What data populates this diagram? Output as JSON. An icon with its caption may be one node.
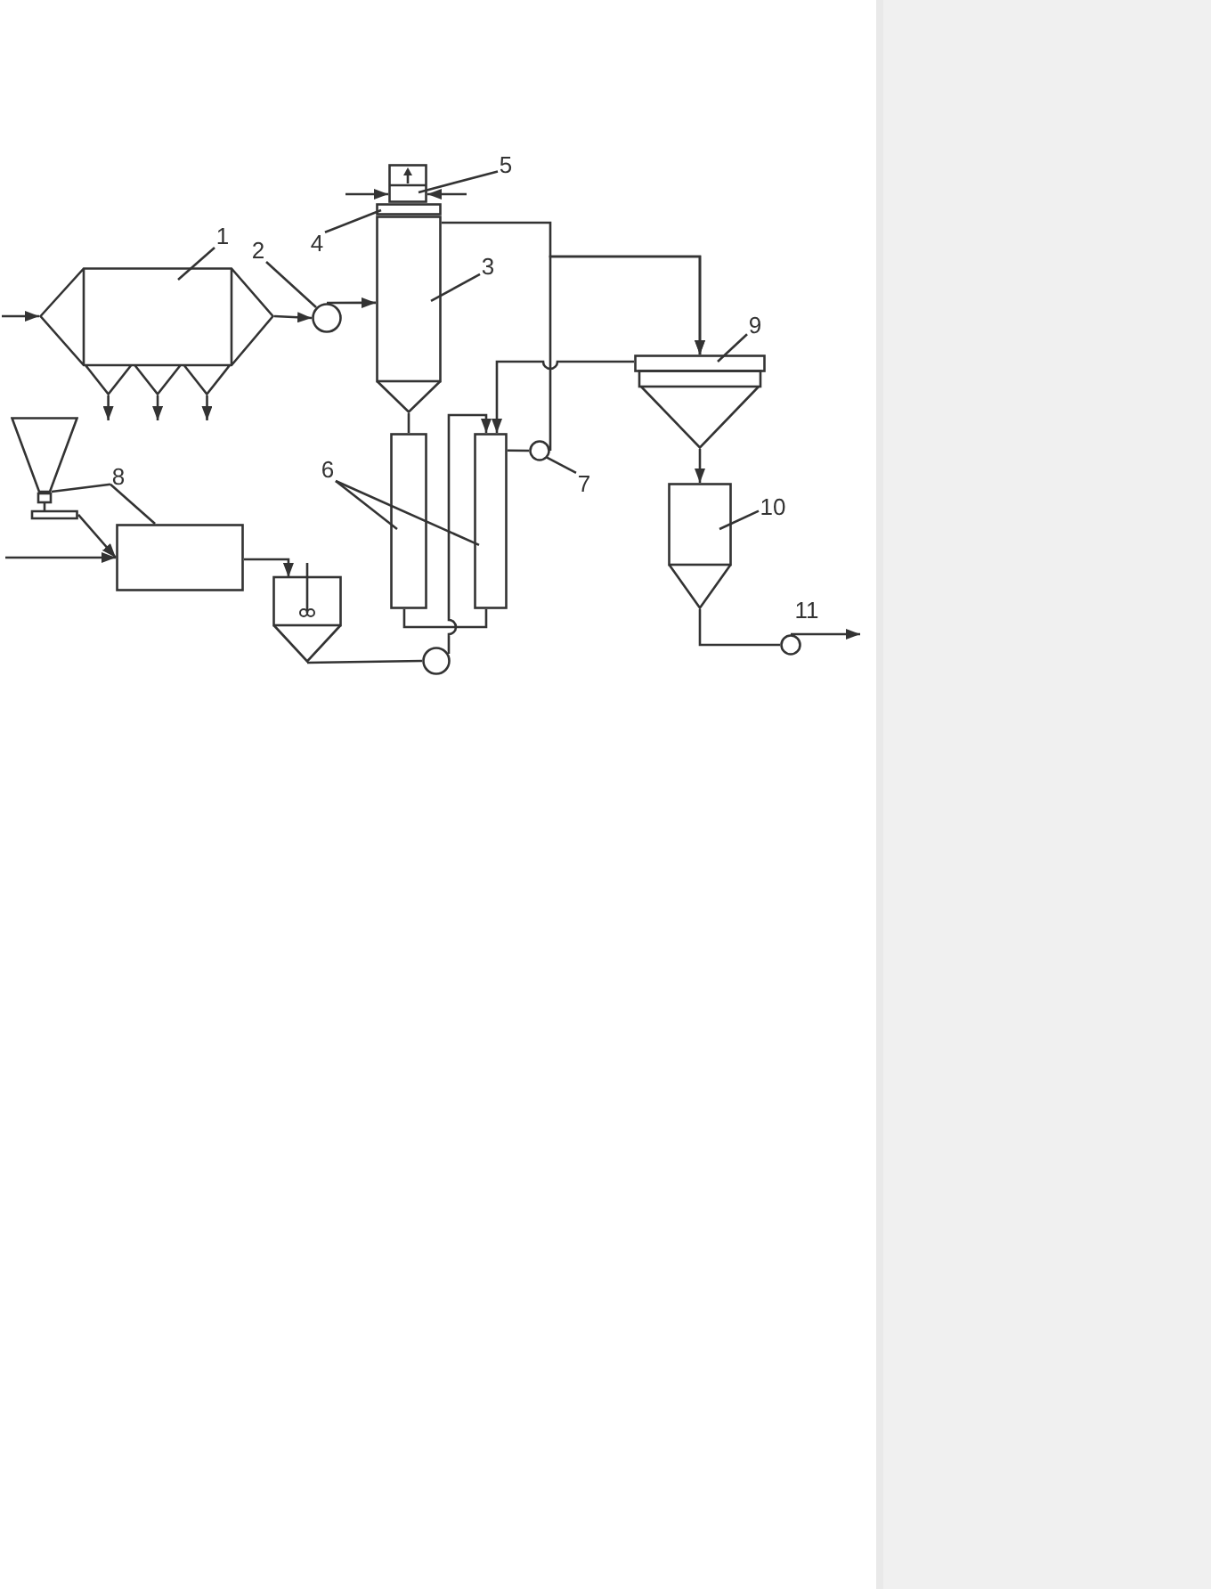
{
  "diagram": {
    "nodes": [
      {
        "text": [
          "1"
        ]
      },
      {
        "text": [],
        "shape": "hexagon"
      },
      {
        "text": [
          "2"
        ]
      },
      {
        "text": [],
        "shape": "circle"
      },
      {
        "text": [
          "3"
        ]
      },
      {
        "text": [],
        "shape": "silo"
      },
      {
        "text": [
          "4"
        ]
      },
      {
        "text": [],
        "shape": "bar"
      },
      {
        "text": [
          "5"
        ]
      },
      {
        "text": [],
        "shape": "box"
      },
      {
        "text": [
          "6"
        ]
      },
      {
        "text": [],
        "shape": "box"
      },
      {
        "text": [],
        "shape": "box"
      },
      {
        "text": [
          "7"
        ]
      },
      {
        "text": [],
        "shape": "circle"
      },
      {
        "text": [
          "8"
        ]
      },
      {
        "text": [],
        "shape": "hopper"
      },
      {
        "text": [],
        "shape": "box"
      },
      {
        "text": [],
        "shape": "silo"
      },
      {
        "text": [],
        "shape": "circle"
      },
      {
        "text": [
          "9"
        ]
      },
      {
        "text": [],
        "shape": "funnel"
      },
      {
        "text": [
          "10"
        ]
      },
      {
        "text": [],
        "shape": "silo"
      },
      {
        "text": [],
        "shape": "circle"
      }
    ],
    "edges": [
      {
        "from": 0,
        "to": 1,
        "arrow": "none"
      },
      {
        "from": 2,
        "to": 3,
        "arrow": "none"
      },
      {
        "from": 4,
        "to": 5,
        "arrow": "none"
      },
      {
        "from": 6,
        "to": 7,
        "arrow": "none"
      },
      {
        "from": 8,
        "to": 9,
        "arrow": "none"
      },
      {
        "from": 10,
        "to": 11,
        "arrow": "none"
      },
      {
        "from": 10,
        "to": 12,
        "arrow": "none"
      },
      {
        "from": 13,
        "to": 14,
        "arrow": "none"
      },
      {
        "from": 15,
        "to": 16,
        "arrow": "none"
      },
      {
        "from": 15,
        "to": 17,
        "arrow": "none"
      },
      {
        "from": 20,
        "to": 21,
        "arrow": "none"
      },
      {
        "from": 22,
        "to": 23,
        "arrow": "none"
      },
      {
        "from": null,
        "to": 1,
        "arrow": "to"
      },
      {
        "from": 1,
        "to": null,
        "arrow": "to"
      },
      {
        "from": 1,
        "to": null,
        "arrow": "to"
      },
      {
        "from": 1,
        "to": null,
        "arrow": "to"
      },
      {
        "from": 1,
        "to": 3,
        "arrow": "to"
      },
      {
        "from": 3,
        "to": 5,
        "arrow": "to"
      },
      {
        "from": null,
        "to": 9,
        "arrow": "to"
      },
      {
        "from": null,
        "to": 9,
        "arrow": "to"
      },
      {
        "from": 5,
        "to": 11,
        "arrow": "none"
      },
      {
        "from": 5,
        "to": 21,
        "arrow": "to"
      },
      {
        "from": 14,
        "to": 21,
        "arrow": "to"
      },
      {
        "from": 12,
        "to": 14,
        "arrow": "none"
      },
      {
        "from": 21,
        "to": 12,
        "arrow": "to"
      },
      {
        "from": 11,
        "to": 12,
        "arrow": "none"
      },
      {
        "from": 19,
        "to": 12,
        "arrow": "to"
      },
      {
        "from": 18,
        "to": 19,
        "arrow": "none"
      },
      {
        "from": 17,
        "to": 18,
        "arrow": "to"
      },
      {
        "from": null,
        "to": 17,
        "arrow": "to"
      },
      {
        "from": 16,
        "to": 17,
        "arrow": "to"
      },
      {
        "from": 21,
        "to": 23,
        "arrow": "to"
      },
      {
        "from": 23,
        "to": 24,
        "arrow": "none"
      },
      {
        "from": 24,
        "to": null,
        "arrow": "to"
      }
    ],
    "labels": [
      "11"
    ]
  }
}
